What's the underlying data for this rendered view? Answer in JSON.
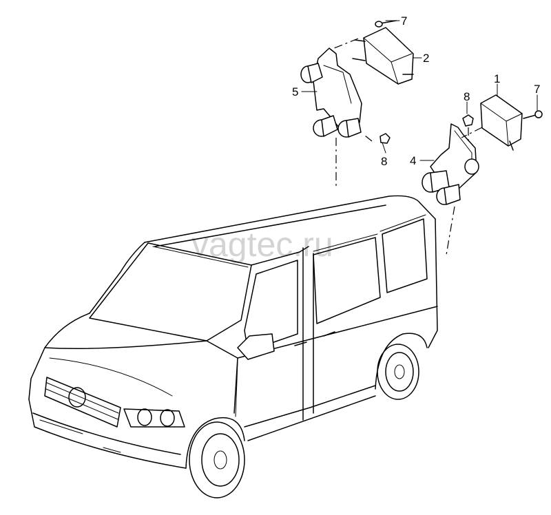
{
  "watermark": "vagtec.ru",
  "callouts": [
    {
      "id": "c7a",
      "label": "7"
    },
    {
      "id": "c2",
      "label": "2"
    },
    {
      "id": "c5",
      "label": "5"
    },
    {
      "id": "c8a",
      "label": "8"
    },
    {
      "id": "c1",
      "label": "1"
    },
    {
      "id": "c8b",
      "label": "8"
    },
    {
      "id": "c7b",
      "label": "7"
    },
    {
      "id": "c4",
      "label": "4"
    }
  ]
}
